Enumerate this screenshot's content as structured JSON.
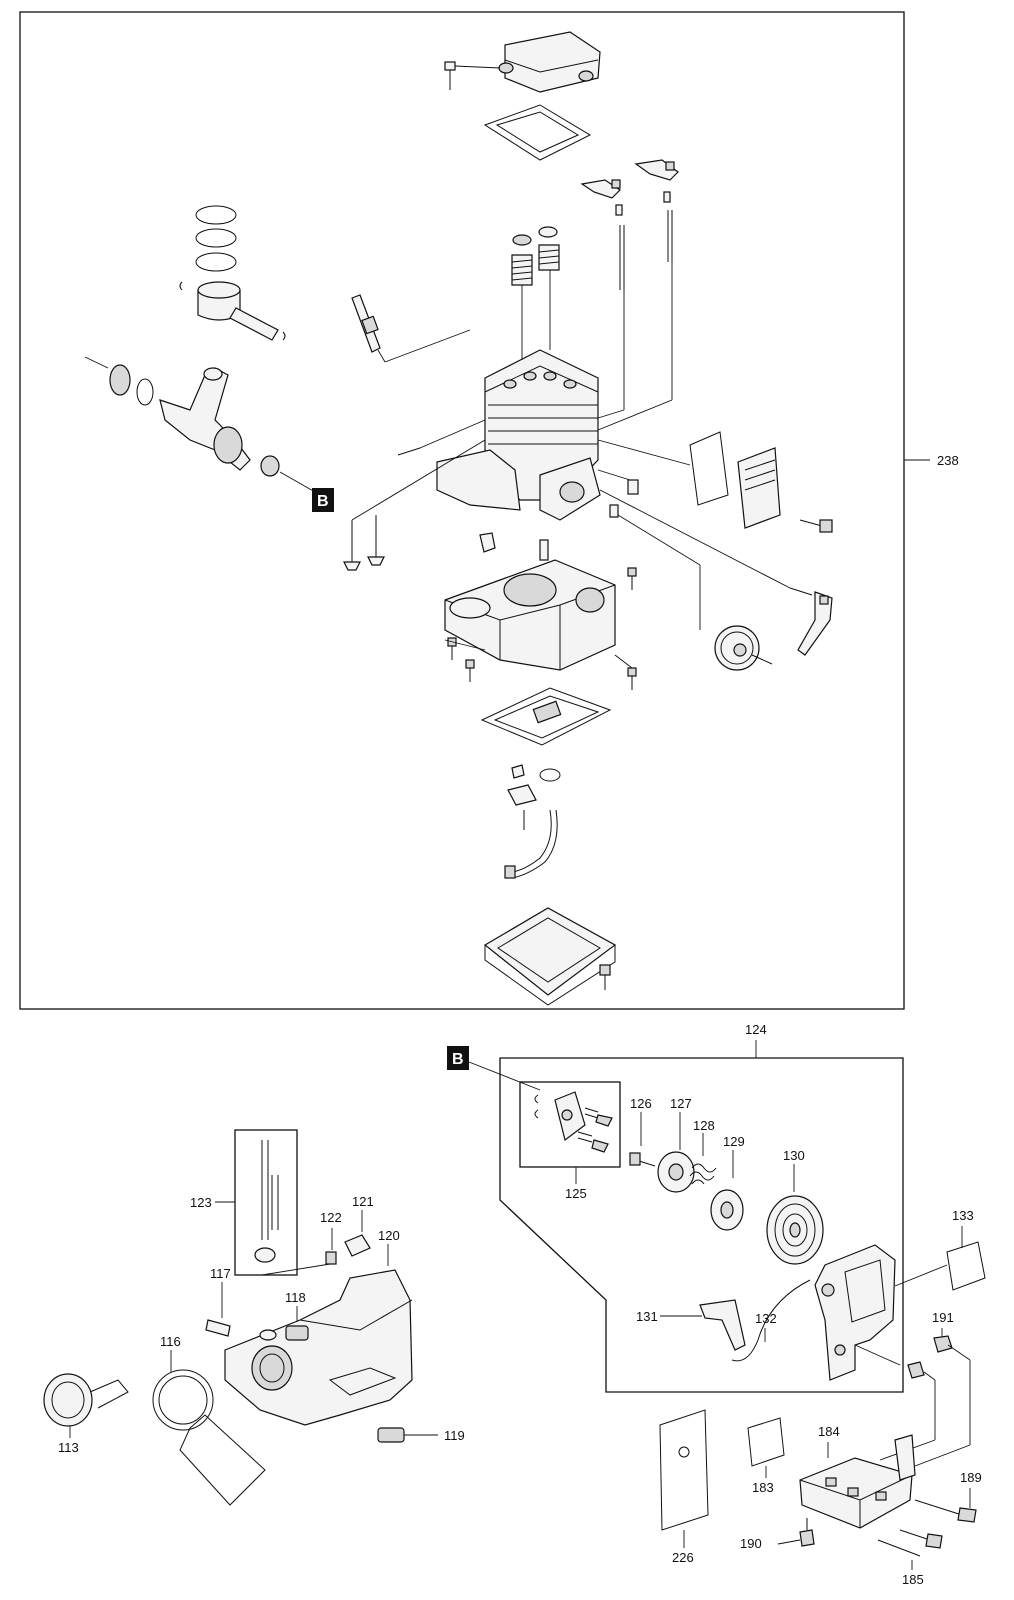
{
  "callouts": {
    "assembly_238": "238",
    "p113": "113",
    "p116": "116",
    "p117": "117",
    "p118": "118",
    "p119": "119",
    "p120": "120",
    "p121": "121",
    "p122": "122",
    "p123": "123",
    "p124": "124",
    "p125": "125",
    "p126": "126",
    "p127": "127",
    "p128": "128",
    "p129": "129",
    "p130": "130",
    "p131": "131",
    "p132": "132",
    "p133": "133",
    "p183": "183",
    "p184": "184",
    "p185": "185",
    "p189": "189",
    "p190": "190",
    "p191": "191",
    "p226": "226"
  },
  "reference_marks": {
    "b_upper": "B",
    "b_lower": "B"
  },
  "colors": {
    "line": "#111111",
    "part_fill": "#f4f4f4",
    "part_shade": "#d9d9d9",
    "marker_fill": "#111111",
    "marker_text": "#ffffff"
  }
}
